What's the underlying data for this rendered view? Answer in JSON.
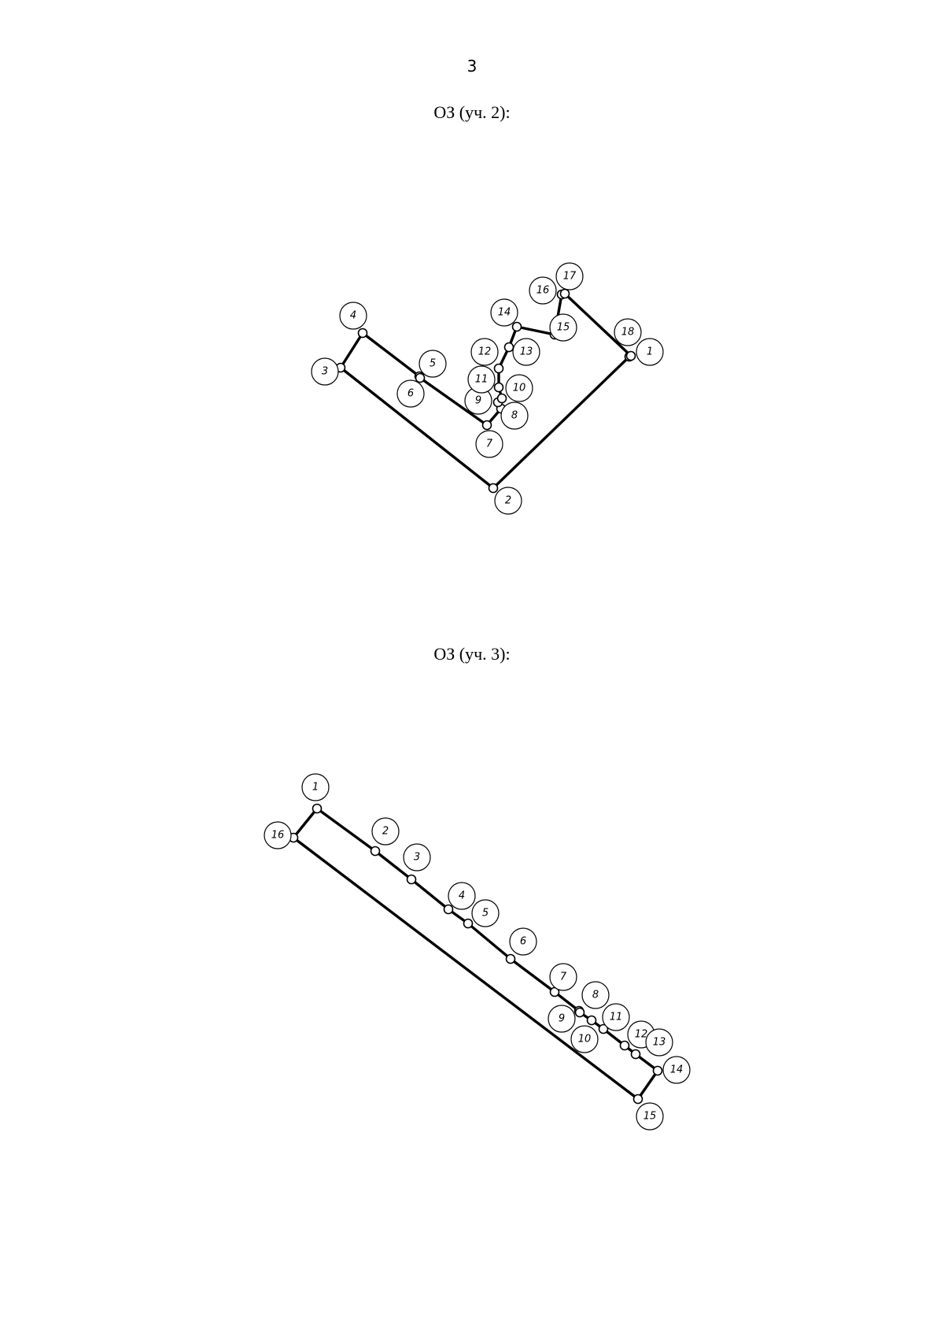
{
  "page_number": "3",
  "sections": [
    {
      "title": "ОЗ (уч. 2):",
      "points": [
        {
          "label": "1"
        },
        {
          "label": "2"
        },
        {
          "label": "3"
        },
        {
          "label": "4"
        },
        {
          "label": "5"
        },
        {
          "label": "6"
        },
        {
          "label": "7"
        },
        {
          "label": "8"
        },
        {
          "label": "9"
        },
        {
          "label": "10"
        },
        {
          "label": "11"
        },
        {
          "label": "12"
        },
        {
          "label": "13"
        },
        {
          "label": "14"
        },
        {
          "label": "15"
        },
        {
          "label": "16"
        },
        {
          "label": "17"
        },
        {
          "label": "18"
        }
      ]
    },
    {
      "title": "ОЗ (уч. 3):",
      "points": [
        {
          "label": "1"
        },
        {
          "label": "2"
        },
        {
          "label": "3"
        },
        {
          "label": "4"
        },
        {
          "label": "5"
        },
        {
          "label": "6"
        },
        {
          "label": "7"
        },
        {
          "label": "8"
        },
        {
          "label": "9"
        },
        {
          "label": "10"
        },
        {
          "label": "11"
        },
        {
          "label": "12"
        },
        {
          "label": "13"
        },
        {
          "label": "14"
        },
        {
          "label": "15"
        },
        {
          "label": "16"
        }
      ]
    }
  ]
}
